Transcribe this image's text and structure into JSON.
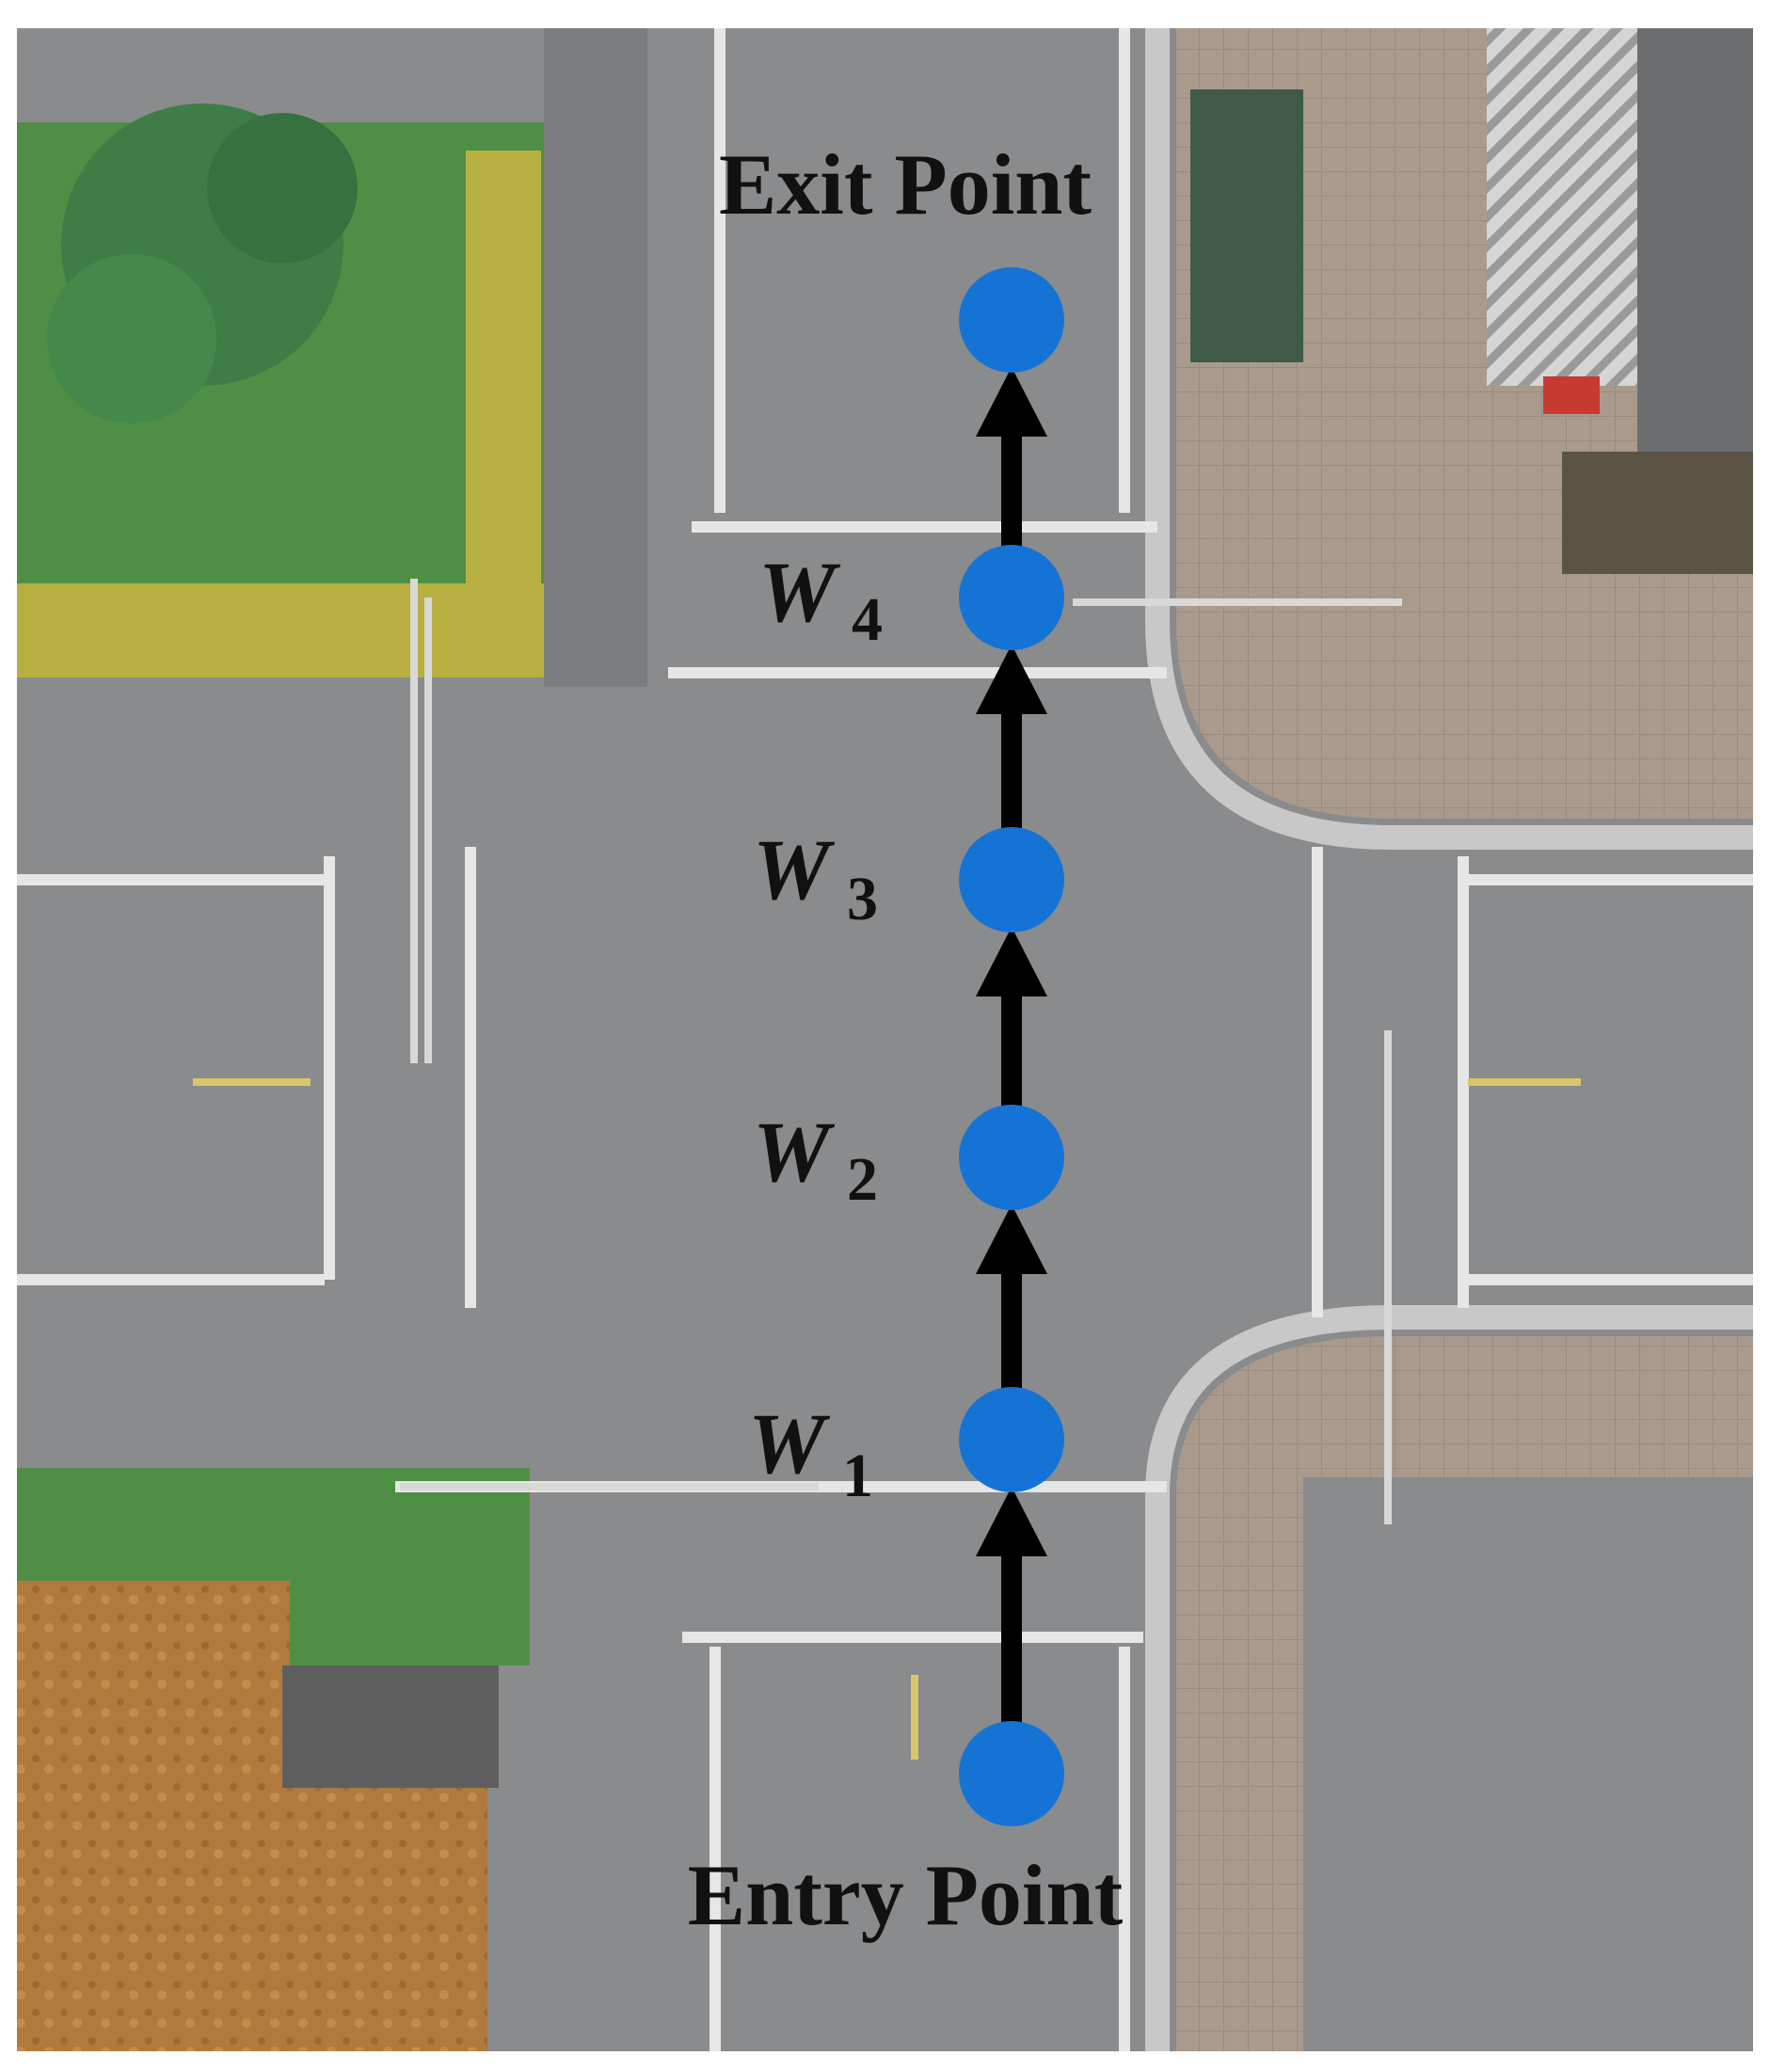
{
  "labels": {
    "exit": "Exit Point",
    "entry": "Entry Point"
  },
  "waypoints": [
    {
      "letter": "W",
      "sub": "1"
    },
    {
      "letter": "W",
      "sub": "2"
    },
    {
      "letter": "W",
      "sub": "3"
    },
    {
      "letter": "W",
      "sub": "4"
    }
  ],
  "colors": {
    "node": "#1673d6",
    "arrow": "#000000",
    "road": "#8a8b8d",
    "sidewalk": "#a99a8c",
    "grass": "#4f8f45",
    "hedge": "#b7b040",
    "roof": "#b07a3c"
  }
}
